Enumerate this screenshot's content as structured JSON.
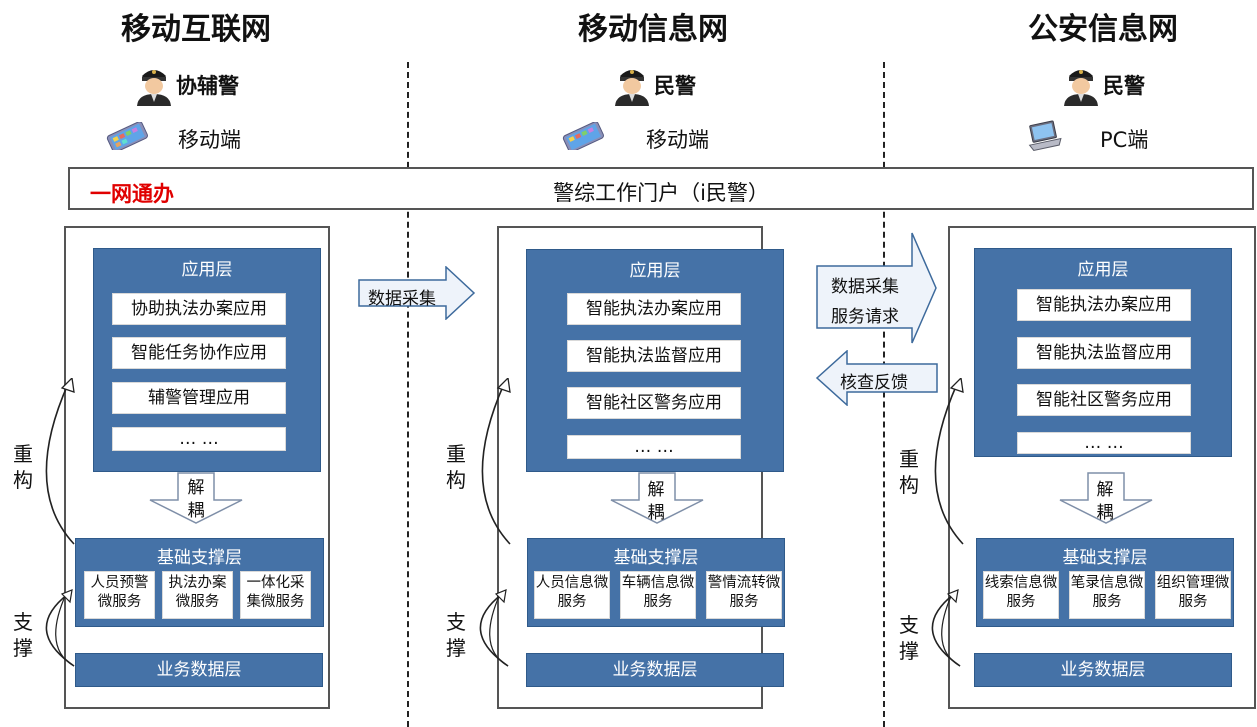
{
  "networks": [
    {
      "title": "移动互联网",
      "role": "协辅警",
      "device": "移动端",
      "device_icon": "mobile-phone-icon",
      "app_layer_title": "应用层",
      "apps": [
        "协助执法办案应用",
        "智能任务协作应用",
        "辅警管理应用",
        "… …"
      ],
      "decouple_label": "解耦",
      "support_layer_title": "基础支撑层",
      "services": [
        "人员预警微服务",
        "执法办案微服务",
        "一体化采集微服务"
      ],
      "data_layer_title": "业务数据层",
      "restructure_label": "重构",
      "support_label": "支撑"
    },
    {
      "title": "移动信息网",
      "role": "民警",
      "device": "移动端",
      "device_icon": "mobile-phone-icon",
      "app_layer_title": "应用层",
      "apps": [
        "智能执法办案应用",
        "智能执法监督应用",
        "智能社区警务应用",
        "… …"
      ],
      "decouple_label": "解耦",
      "support_layer_title": "基础支撑层",
      "services": [
        "人员信息微服务",
        "车辆信息微服务",
        "警情流转微服务"
      ],
      "data_layer_title": "业务数据层",
      "restructure_label": "重构",
      "support_label": "支撑"
    },
    {
      "title": "公安信息网",
      "role": "民警",
      "device": "PC端",
      "device_icon": "laptop-icon",
      "app_layer_title": "应用层",
      "apps": [
        "智能执法办案应用",
        "智能执法监督应用",
        "智能社区警务应用",
        "… …"
      ],
      "decouple_label": "解耦",
      "support_layer_title": "基础支撑层",
      "services": [
        "线索信息微服务",
        "笔录信息微服务",
        "组织管理微服务"
      ],
      "data_layer_title": "业务数据层",
      "restructure_label": "重构",
      "support_label": "支撑"
    }
  ],
  "portal": {
    "tag": "一网通办",
    "name": "警综工作门户（i民警）"
  },
  "flows": {
    "collect": "数据采集",
    "service_request_line1": "数据采集",
    "service_request_line2": "服务请求",
    "feedback": "核查反馈"
  },
  "colors": {
    "layer_blue": "#4572a7",
    "portal_tag_red": "#e00000",
    "arrow_fill": "#eef3fa",
    "arrow_stroke": "#3d6a9c"
  }
}
